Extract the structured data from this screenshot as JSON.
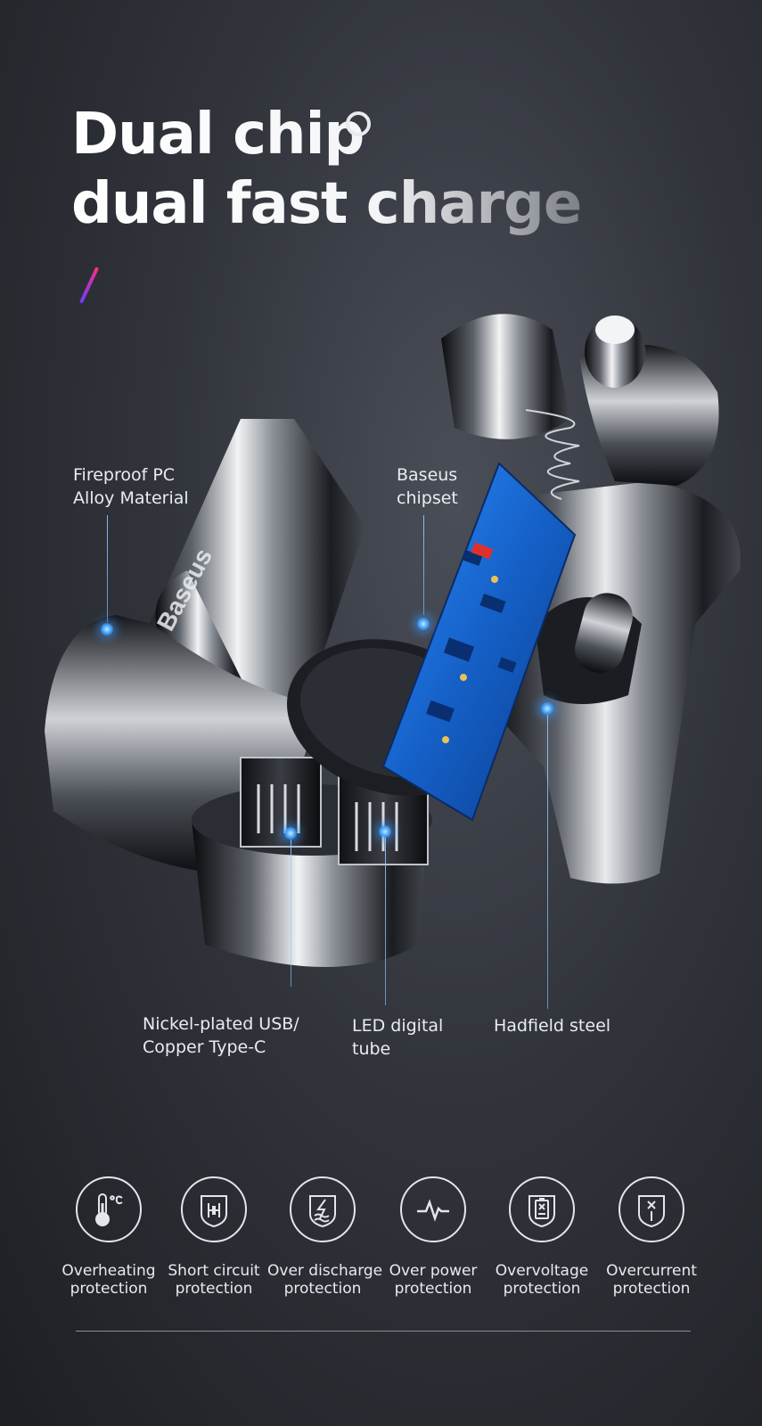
{
  "headline": {
    "line1": "Dual chip",
    "line2": "dual fast charge"
  },
  "product": {
    "brand_mark": "Baseus"
  },
  "callouts": [
    {
      "line1": "Fireproof PC",
      "line2": "Alloy Material"
    },
    {
      "line1": "Baseus",
      "line2": "chipset"
    },
    {
      "line1": "Nickel-plated USB/",
      "line2": "Copper Type-C"
    },
    {
      "line1": "LED digital",
      "line2": "tube"
    },
    {
      "line1": "Hadfield steel",
      "line2": ""
    }
  ],
  "features": [
    {
      "icon": "thermometer-icon",
      "line1": "Overheating",
      "line2": "protection"
    },
    {
      "icon": "short-circuit-shield-icon",
      "line1": "Short circuit",
      "line2": "protection"
    },
    {
      "icon": "lightning-shield-icon",
      "line1": "Over discharge",
      "line2": "protection"
    },
    {
      "icon": "pulse-icon",
      "line1": "Over power",
      "line2": "protection"
    },
    {
      "icon": "battery-shield-icon",
      "line1": "Overvoltage",
      "line2": "protection"
    },
    {
      "icon": "current-shield-icon",
      "line1": "Overcurrent",
      "line2": "protection"
    }
  ],
  "colors": {
    "background": "#2c2f35",
    "accent_blue": "#3aa0ff",
    "pcb_blue": "#1f6fd6",
    "accent_pink": "#ff2a8a"
  }
}
